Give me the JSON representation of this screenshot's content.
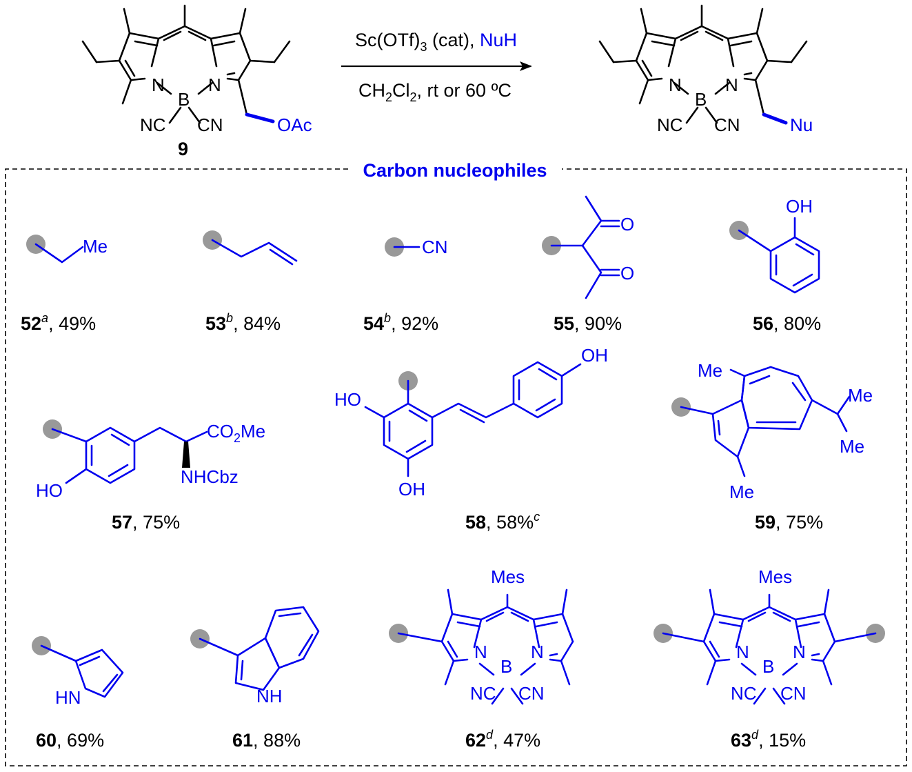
{
  "colors": {
    "structure": "#000000",
    "nucleophile": "#0000ee",
    "attachment_dot": "#999999",
    "frame": "#000000"
  },
  "reaction": {
    "reagent_line1_prefix": "Sc(OTf)",
    "reagent_line1_sub": "3",
    "reagent_line1_mid": " (cat), ",
    "reagent_line1_nuh": "NuH",
    "condition_line2_a": "CH",
    "condition_line2_sub1": "2",
    "condition_line2_b": "Cl",
    "condition_line2_sub2": "2",
    "condition_line2_c": ", rt or 60 ºC"
  },
  "starting_material": {
    "label": "9",
    "atoms": {
      "n": "N",
      "b": "B",
      "nc": "NC",
      "cn": "CN",
      "oac": "OAc"
    }
  },
  "product": {
    "atoms": {
      "n": "N",
      "b": "B",
      "nc": "NC",
      "cn": "CN",
      "nu": "Nu"
    }
  },
  "box": {
    "title": "Carbon nucleophiles"
  },
  "compounds": [
    {
      "id": "52",
      "sup": "a",
      "yield": ", 49%",
      "atoms": [
        "Me"
      ]
    },
    {
      "id": "53",
      "sup": "b",
      "yield": ", 84%",
      "atoms": []
    },
    {
      "id": "54",
      "sup": "b",
      "yield": ", 92%",
      "atoms": [
        "CN"
      ]
    },
    {
      "id": "55",
      "sup": "",
      "yield": ", 90%",
      "atoms": [
        "O",
        "O"
      ]
    },
    {
      "id": "56",
      "sup": "",
      "yield": ", 80%",
      "atoms": [
        "OH"
      ]
    },
    {
      "id": "57",
      "sup": "",
      "yield": ", 75%",
      "atoms": [
        "CO",
        "2",
        "Me",
        "NHCbz",
        "HO"
      ]
    },
    {
      "id": "58",
      "sup": "",
      "yield": ", 58%",
      "yield_sup": "c",
      "atoms": [
        "OH",
        "HO",
        "OH"
      ]
    },
    {
      "id": "59",
      "sup": "",
      "yield": ", 75%",
      "atoms": [
        "Me",
        "Me",
        "Me",
        "Me"
      ]
    },
    {
      "id": "60",
      "sup": "",
      "yield": ", 69%",
      "atoms": [
        "HN"
      ]
    },
    {
      "id": "61",
      "sup": "",
      "yield": ", 88%",
      "atoms": [
        "NH"
      ]
    },
    {
      "id": "62",
      "sup": "d",
      "yield": ", 47%",
      "atoms": [
        "Mes",
        "N",
        "N",
        "B",
        "NC",
        "CN"
      ]
    },
    {
      "id": "63",
      "sup": "d",
      "yield": ", 15%",
      "atoms": [
        "Mes",
        "N",
        "N",
        "B",
        "NC",
        "CN"
      ]
    }
  ]
}
